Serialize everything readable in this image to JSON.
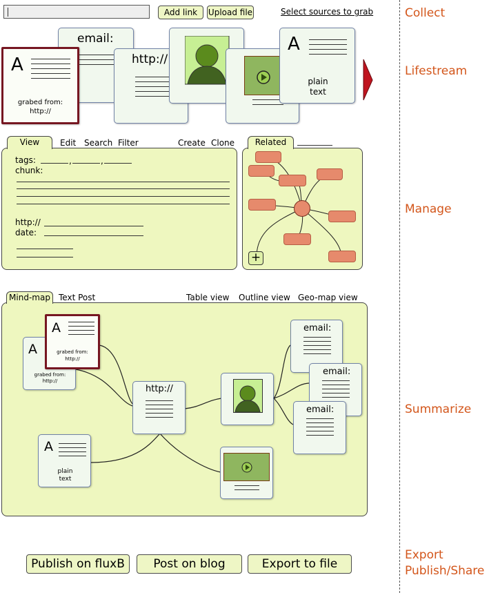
{
  "collect": {
    "input_value": "",
    "add_link": "Add link",
    "upload_file": "Upload file",
    "select_sources": "Select sources to grab"
  },
  "sections": {
    "collect": "Collect",
    "lifestream": "Lifestream",
    "manage": "Manage",
    "summarize": "Summarize",
    "export": "Export",
    "publish_share": "Publish/Share"
  },
  "cards": {
    "letter": "A",
    "email": "email:",
    "http": "http://",
    "grabbed_from": "grabed from:",
    "plain": "plain",
    "text": "text"
  },
  "manage": {
    "tabs": {
      "view": "View",
      "edit": "Edit",
      "search": "Search",
      "filter": "Filter",
      "create": "Create",
      "clone": "Clone"
    },
    "fields": {
      "tags": "tags:",
      "chunk": "chunk:",
      "http": "http://",
      "date": "date:"
    },
    "related_tab": "Related",
    "add": "+"
  },
  "summarize": {
    "tabs": {
      "mindmap": "Mind-map",
      "textpost": "Text Post",
      "table": "Table view",
      "outline": "Outline view",
      "geomap": "Geo-map view"
    }
  },
  "export": {
    "publish_fluxb": "Publish on fluxB",
    "post_blog": "Post on blog",
    "export_file": "Export to file"
  },
  "colors": {
    "accent": "#d3561b",
    "panel": "#eef7bf",
    "card": "#f1f8ee",
    "selected_border": "#761621",
    "node": "#e68a6c",
    "play_arrow": "#c0141f"
  }
}
